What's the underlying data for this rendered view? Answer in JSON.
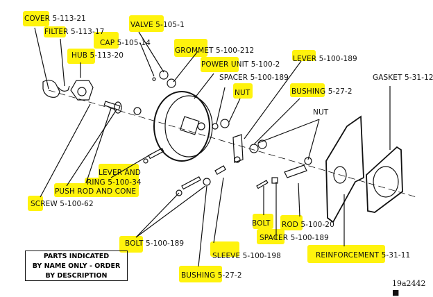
{
  "diagram": {
    "title": "Power brake unit exploded view",
    "labels": [
      {
        "id": "cover",
        "name": "COVER",
        "part": "5-113-21",
        "highlighted": true
      },
      {
        "id": "filter",
        "name": "FILTER",
        "part": "5-113-17",
        "highlighted": true
      },
      {
        "id": "valve",
        "name": "VALVE",
        "part": "5-105-1",
        "highlighted": true
      },
      {
        "id": "cap",
        "name": "CAP",
        "part": "5-105-14",
        "highlighted": true
      },
      {
        "id": "hub",
        "name": "HUB",
        "part": "5-113-20",
        "highlighted": true
      },
      {
        "id": "grommet",
        "name": "GROMMET",
        "part": "5-100-212",
        "highlighted": true
      },
      {
        "id": "power_unit",
        "name": "POWER UNIT",
        "part": "5-100-2",
        "highlighted": true
      },
      {
        "id": "spacer_top",
        "name": "SPACER",
        "part": "5-100-189",
        "highlighted": false
      },
      {
        "id": "nut_top",
        "name": "NUT",
        "part": "",
        "highlighted": true
      },
      {
        "id": "lever",
        "name": "LEVER",
        "part": "5-100-189",
        "highlighted": true
      },
      {
        "id": "bushing_top",
        "name": "BUSHING",
        "part": "5-27-2",
        "highlighted": true
      },
      {
        "id": "nut_right",
        "name": "NUT",
        "part": "",
        "highlighted": false
      },
      {
        "id": "gasket",
        "name": "GASKET",
        "part": "5-31-12",
        "highlighted": false
      },
      {
        "id": "lever_ring_1",
        "name": "LEVER AND",
        "part": "",
        "highlighted": true
      },
      {
        "id": "lever_ring_2",
        "name": "RING",
        "part": "5-100-34",
        "highlighted": true
      },
      {
        "id": "push_rod",
        "name": "PUSH ROD AND CONE",
        "part": "",
        "highlighted": true
      },
      {
        "id": "screw",
        "name": "SCREW",
        "part": "5-100-62",
        "highlighted": true
      },
      {
        "id": "bolt_right",
        "name": "BOLT",
        "part": "",
        "highlighted": true
      },
      {
        "id": "rod",
        "name": "ROD",
        "part": "5-100-20",
        "highlighted": true
      },
      {
        "id": "spacer_bottom",
        "name": "SPACER",
        "part": "5-100-189",
        "highlighted": true
      },
      {
        "id": "bolt_left",
        "name": "BOLT",
        "part": "5-100-189",
        "highlighted": true
      },
      {
        "id": "sleeve",
        "name": "SLEEVE",
        "part": "5-100-198",
        "highlighted": true
      },
      {
        "id": "reinforcement",
        "name": "REINFORCEMENT",
        "part": "5-31-11",
        "highlighted": true
      },
      {
        "id": "bushing_bottom",
        "name": "BUSHING",
        "part": "5-27-2",
        "highlighted": true
      }
    ],
    "note": [
      "PARTS INDICATED",
      "BY NAME ONLY - ORDER",
      "BY DESCRIPTION"
    ],
    "reference": "19a2442 ■",
    "highlight_color": "#fff200",
    "ink_color": "#111111"
  }
}
